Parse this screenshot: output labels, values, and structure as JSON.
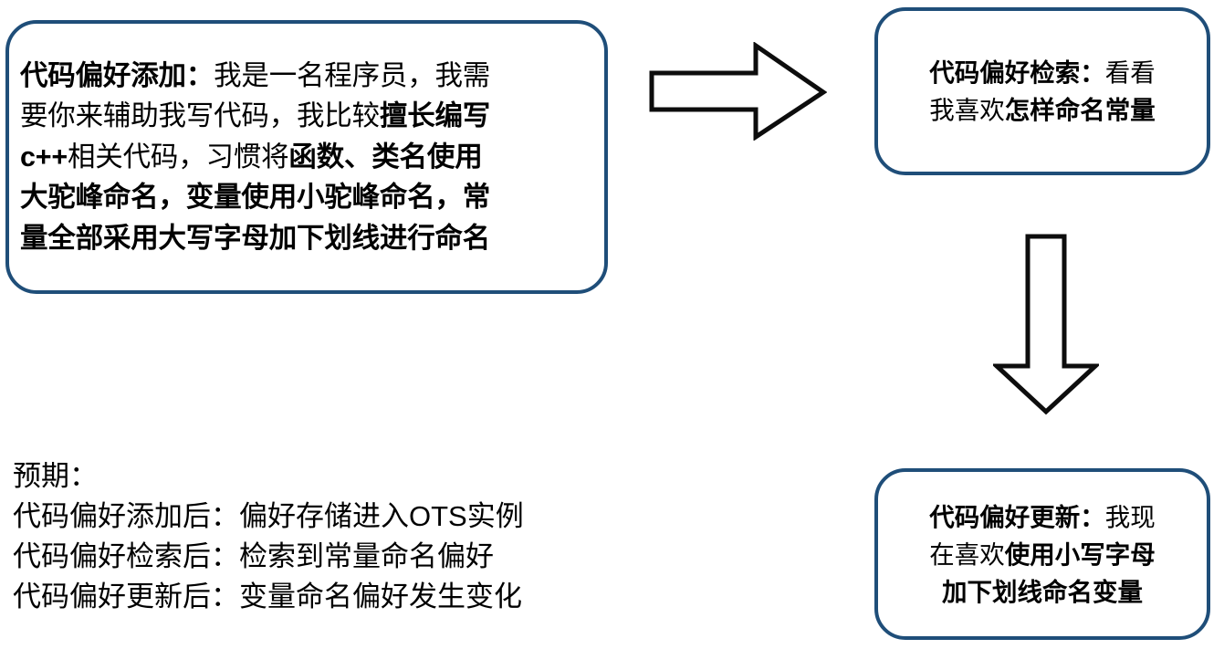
{
  "theme": {
    "box_border_color": "#1f4e79",
    "arrow_stroke_color": "#0d0d0d",
    "background_color": "#ffffff",
    "text_color": "#000000"
  },
  "boxes": {
    "prompt_add": {
      "name": "代码偏好添加",
      "lines": [
        [
          {
            "text": "代码偏好添加：",
            "weight": "bold"
          },
          {
            "text": "我是一名程序员，我需",
            "weight": "regular"
          }
        ],
        [
          {
            "text": "要你来辅助我写代码，我比较",
            "weight": "regular"
          },
          {
            "text": "擅长编写",
            "weight": "bold"
          }
        ],
        [
          {
            "text": "c++",
            "weight": "bold"
          },
          {
            "text": "相关代码，习惯将",
            "weight": "regular"
          },
          {
            "text": "函数、类名使用",
            "weight": "bold"
          }
        ],
        [
          {
            "text": "大驼峰命名，变量使用小驼峰命名，常",
            "weight": "bold"
          }
        ],
        [
          {
            "text": "量全部采用大写字母加下划线进行命名",
            "weight": "bold"
          }
        ]
      ]
    },
    "prompt_retrieve": {
      "name": "代码偏好检索",
      "lines": [
        [
          {
            "text": "代码偏好检索：",
            "weight": "bold"
          },
          {
            "text": "看看",
            "weight": "regular"
          }
        ],
        [
          {
            "text": "我喜欢",
            "weight": "regular"
          },
          {
            "text": "怎样命名常量",
            "weight": "bold"
          }
        ]
      ]
    },
    "prompt_update": {
      "name": "代码偏好更新",
      "lines": [
        [
          {
            "text": "代码偏好更新：",
            "weight": "bold"
          },
          {
            "text": "我现",
            "weight": "regular"
          }
        ],
        [
          {
            "text": "在喜欢",
            "weight": "regular"
          },
          {
            "text": "使用小写字母",
            "weight": "bold"
          }
        ],
        [
          {
            "text": "加下划线命名变量",
            "weight": "bold"
          }
        ]
      ]
    }
  },
  "arrows": {
    "right": {
      "icon": "arrow-right-block-icon",
      "direction": "right"
    },
    "down": {
      "icon": "arrow-down-block-icon",
      "direction": "down"
    }
  },
  "expectations": {
    "heading": "预期：",
    "items": [
      "代码偏好添加后：偏好存储进入OTS实例",
      "代码偏好检索后：检索到常量命名偏好",
      "代码偏好更新后：变量命名偏好发生变化"
    ]
  }
}
